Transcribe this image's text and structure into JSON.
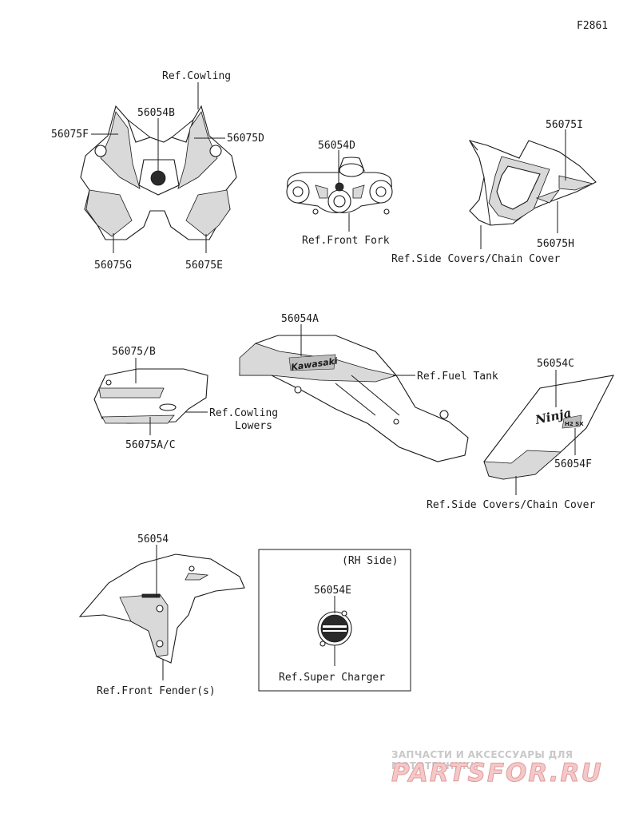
{
  "figure_code": "F2861",
  "watermark": {
    "tagline": "ЗАПЧАСТИ И АКСЕССУАРЫ ДЛЯ МОТОТЕХНИКИ",
    "brand": "PARTSFOR.RU"
  },
  "decal_texts": {
    "tank_logo": "Kawasaki",
    "side_logo": "Ninja",
    "side_badge": "H2 SX"
  },
  "groups": {
    "cowling": {
      "ref": "Ref.Cowling",
      "parts": [
        "56054B",
        "56075F",
        "56075D",
        "56075G",
        "56075E"
      ]
    },
    "front_fork": {
      "ref": "Ref.Front Fork",
      "parts": [
        "56054D"
      ]
    },
    "tail": {
      "ref": "Ref.Side Covers/Chain Cover",
      "parts": [
        "56075I",
        "56075H"
      ]
    },
    "fuel_tank": {
      "ref": "Ref.Fuel Tank",
      "parts": [
        "56054A"
      ]
    },
    "lowers": {
      "ref_line1": "Ref.Cowling",
      "ref_line2": "Lowers",
      "parts": [
        "56075/B",
        "56075A/C"
      ]
    },
    "side_cover": {
      "ref": "Ref.Side Covers/Chain Cover",
      "parts": [
        "56054C",
        "56054F"
      ]
    },
    "front_fender": {
      "ref": "Ref.Front Fender(s)",
      "parts": [
        "56054"
      ]
    },
    "supercharger": {
      "box_title": "(RH Side)",
      "ref": "Ref.Super Charger",
      "parts": [
        "56054E"
      ]
    }
  }
}
